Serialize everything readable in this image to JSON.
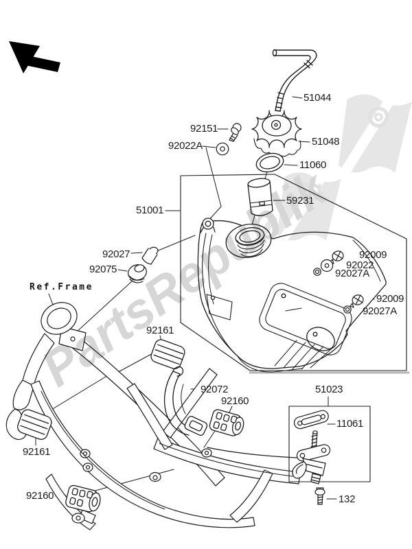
{
  "watermark": {
    "text": "PartsRepublik",
    "color": "#bdbdbd"
  },
  "reference": {
    "frame_label": "Ref.Frame"
  },
  "line_color": "#1a1a1a",
  "labels": {
    "p51044": "51044",
    "p92151": "92151",
    "p51048": "51048",
    "p92022a": "92022A",
    "p11060": "11060",
    "p59231": "59231",
    "p51001": "51001",
    "p92027": "92027",
    "p92075": "92075",
    "p92009_1": "92009",
    "p92022": "92022",
    "p92027a_1": "92027A",
    "p92009_2": "92009",
    "p92027a_2": "92027A",
    "p92161_1": "92161",
    "p92072": "92072",
    "p92160_1": "92160",
    "p92161_2": "92161",
    "p92160_2": "92160",
    "p51023": "51023",
    "p11061": "11061",
    "p132": "132"
  }
}
